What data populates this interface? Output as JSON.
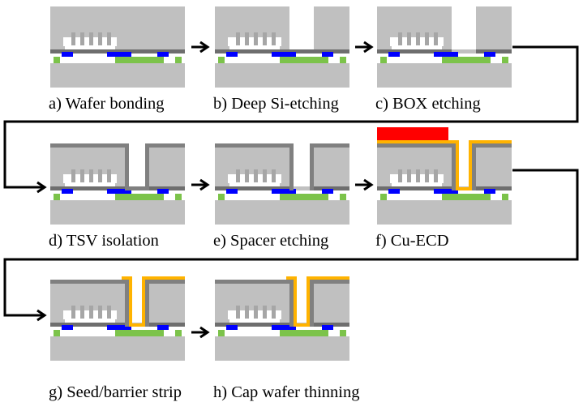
{
  "steps": [
    {
      "id": "a",
      "label": "a) Wafer bonding"
    },
    {
      "id": "b",
      "label": "b) Deep Si-etching"
    },
    {
      "id": "c",
      "label": "c) BOX etching"
    },
    {
      "id": "d",
      "label": "d) TSV isolation"
    },
    {
      "id": "e",
      "label": "e) Spacer etching"
    },
    {
      "id": "f",
      "label": "f) Cu-ECD"
    },
    {
      "id": "g",
      "label": "g) Seed/barrier strip"
    },
    {
      "id": "h",
      "label": "h) Cap wafer thinning"
    }
  ],
  "colors": {
    "silicon": "#c0c0c0",
    "dark_layer": "#6e6e6e",
    "liner": "#808080",
    "electrode": "#0000ff",
    "green_pad": "#7cc34a",
    "copper_seed": "#ffb300",
    "photoresist": "#ff0000",
    "arrow": "#000000",
    "comb": "#ffffff"
  }
}
